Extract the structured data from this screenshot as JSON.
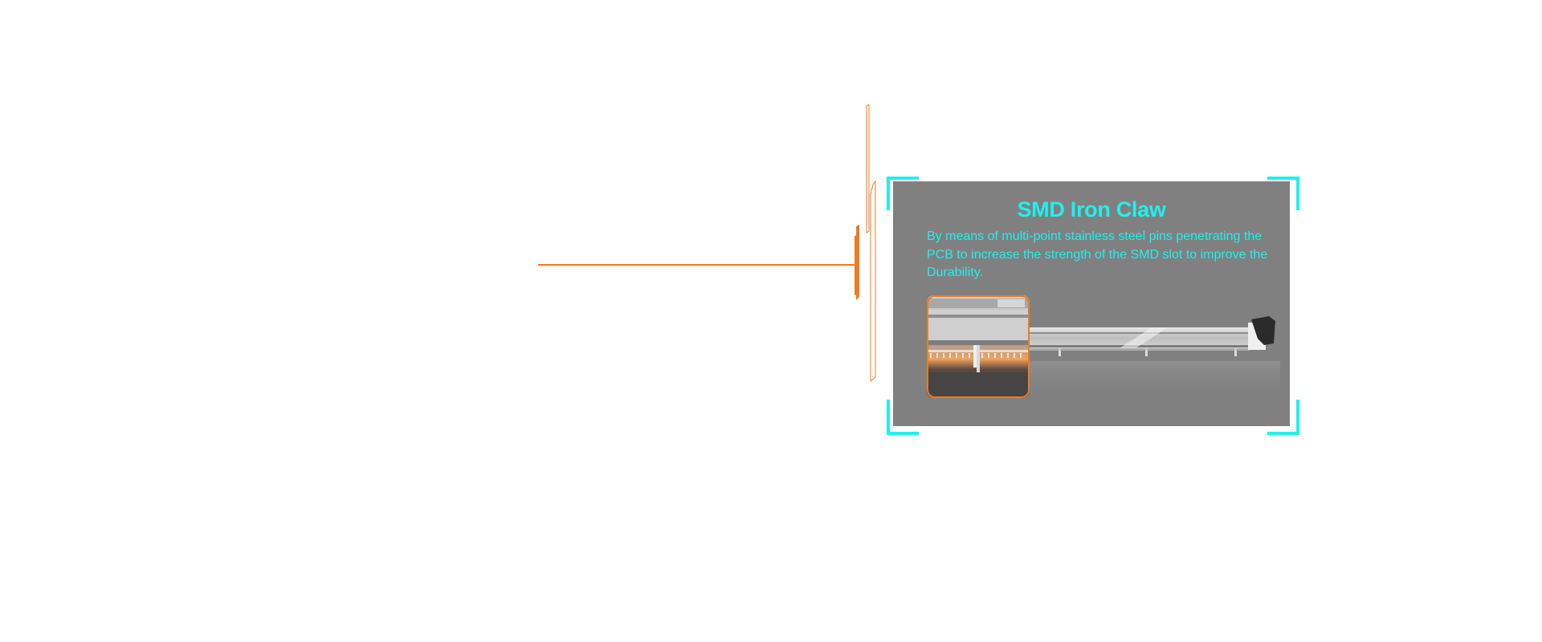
{
  "card": {
    "title": "SMD Iron Claw",
    "description": "By means of multi-point stainless steel pins penetrating the PCB to increase the strength of the SMD slot to improve the Durability.",
    "image_alt": "SMD slot with stainless steel pins close-up"
  },
  "colors": {
    "accent_cyan": "#1ff0ef",
    "accent_orange": "#f07a20",
    "card_background": "#808080",
    "page_background": "#ffffff"
  },
  "icons": {
    "connector": "orange-circuit-line",
    "frame_corners": "cyan-corner-brackets"
  }
}
